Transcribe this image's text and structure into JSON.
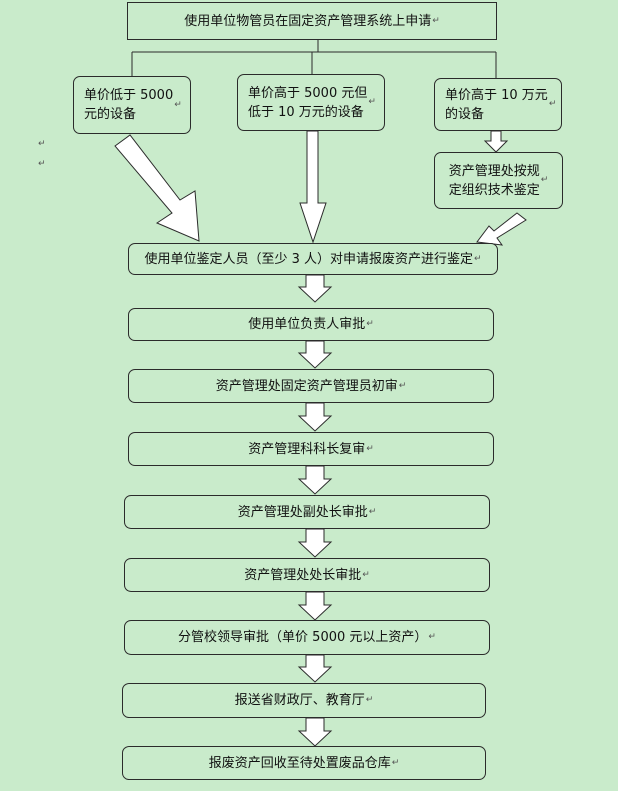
{
  "colors": {
    "background": "#c9ebcb",
    "border": "#2b2b2b",
    "arrow_fill": "#ffffff"
  },
  "paragraph_mark": "↵",
  "nodes": {
    "apply": "使用单位物管员在固定资产管理系统上申请",
    "branch_low": "单价低于 5000\n元的设备",
    "branch_mid": "单价高于 5000 元但\n低于 10 万元的设备",
    "branch_high": "单价高于 10 万元\n的设备",
    "tech_appraisal": "资产管理处按规\n定组织技术鉴定",
    "appraisal": "使用单位鉴定人员（至少 3 人）对申请报废资产进行鉴定",
    "unit_head": "使用单位负责人审批",
    "admin_initial": "资产管理处固定资产管理员初审",
    "section_chief": "资产管理科科长复审",
    "deputy_director": "资产管理处副处长审批",
    "director": "资产管理处处长审批",
    "school_leader": "分管校领导审批（单价 5000 元以上资产）",
    "report": "报送省财政厅、教育厅",
    "recycle": "报废资产回收至待处置废品仓库"
  }
}
